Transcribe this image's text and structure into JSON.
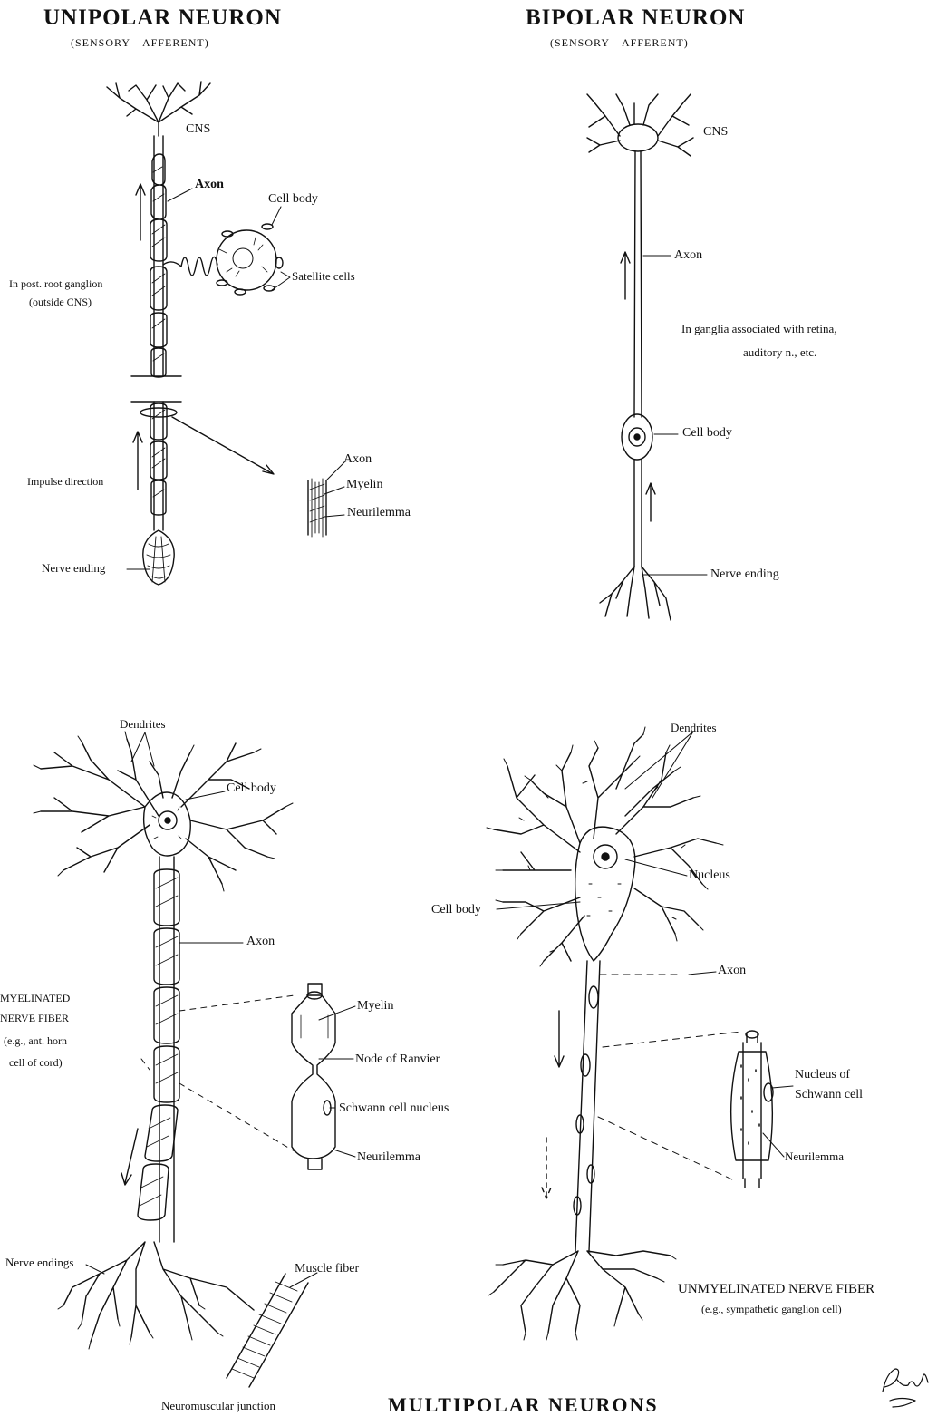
{
  "unipolar": {
    "title": "UNIPOLAR NEURON",
    "subtitle": "(SENSORY—AFFERENT)",
    "labels": {
      "cns": "CNS",
      "axon": "Axon",
      "cell_body": "Cell body",
      "satellite_cells": "Satellite cells",
      "location_line1": "In post. root ganglion",
      "location_line2": "(outside CNS)",
      "impulse_direction": "Impulse direction",
      "inset_axon": "Axon",
      "inset_myelin": "Myelin",
      "inset_neurilemma": "Neurilemma",
      "nerve_ending": "Nerve ending"
    }
  },
  "bipolar": {
    "title": "BIPOLAR NEURON",
    "subtitle": "(SENSORY—AFFERENT)",
    "labels": {
      "cns": "CNS",
      "axon": "Axon",
      "location_line1": "In ganglia associated with retina,",
      "location_line2": "auditory n., etc.",
      "cell_body": "Cell body",
      "nerve_ending": "Nerve ending"
    }
  },
  "multipolar_myelinated": {
    "labels": {
      "dendrites": "Dendrites",
      "cell_body": "Cell body",
      "axon": "Axon",
      "fiber_line1": "MYELINATED",
      "fiber_line2": "NERVE FIBER",
      "fiber_line3": "(e.g., ant. horn",
      "fiber_line4": "cell of cord)",
      "myelin": "Myelin",
      "node_of_ranvier": "Node of Ranvier",
      "schwann_nucleus": "Schwann cell nucleus",
      "neurilemma": "Neurilemma",
      "nerve_endings": "Nerve endings",
      "muscle_fiber": "Muscle fiber",
      "nm_junction": "Neuromuscular junction"
    }
  },
  "multipolar_unmyelinated": {
    "labels": {
      "dendrites": "Dendrites",
      "nucleus": "Nucleus",
      "cell_body": "Cell body",
      "axon": "Axon",
      "schwann_nucleus_line1": "Nucleus of",
      "schwann_nucleus_line2": "Schwann cell",
      "neurilemma": "Neurilemma",
      "fiber_line1": "UNMYELINATED NERVE FIBER",
      "fiber_line2": "(e.g., sympathetic ganglion cell)"
    }
  },
  "bottom_title": "MULTIPOLAR NEURONS",
  "signature": "Ruby"
}
